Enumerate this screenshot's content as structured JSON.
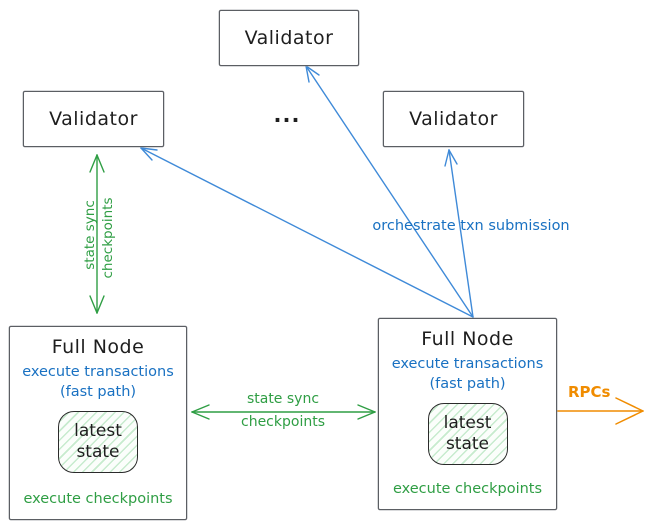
{
  "validators": {
    "top": "Validator",
    "left": "Validator",
    "right": "Validator"
  },
  "ellipsis": "...",
  "full_node": {
    "title": "Full Node",
    "line1": "execute transactions",
    "line2": "(fast path)",
    "state_line1": "latest",
    "state_line2": "state",
    "checkpoints": "execute checkpoints"
  },
  "labels": {
    "state_sync_vertical_line1": "state sync",
    "state_sync_vertical_line2": "checkpoints",
    "state_sync_horizontal_line1": "state sync",
    "state_sync_horizontal_line2": "checkpoints",
    "orchestrate": "orchestrate txn submission",
    "rpcs": "RPCs"
  },
  "colors": {
    "green": "#2f9e44",
    "blue_text": "#1971c2",
    "blue_arrow": "#3f8ad8",
    "orange": "#f08c00",
    "ink": "#1e1e1e",
    "box_border": "#5b5e63",
    "hatch_green": "#c7ebce"
  }
}
